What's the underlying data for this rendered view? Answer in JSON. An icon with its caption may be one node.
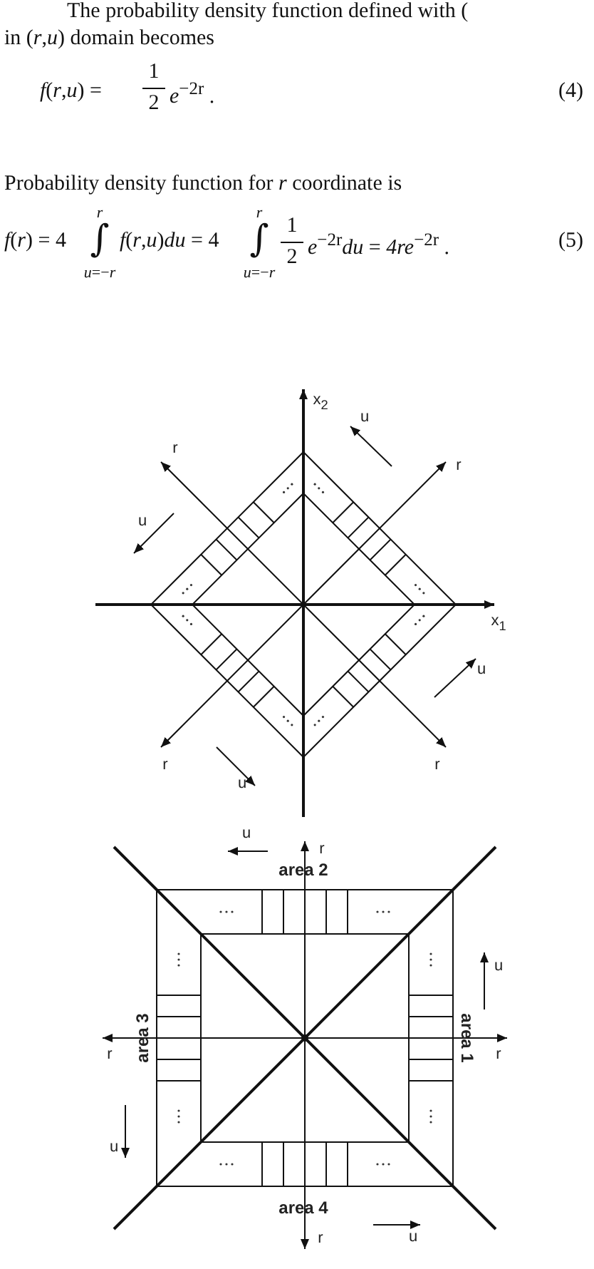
{
  "diagram": {
    "labels": [
      "The probability density function defined with (",
      "in (*r*,*u*) domain becomes",
      "*f*(*r*,*u*) =",
      "1",
      "2",
      "*e*$^{−2r}$ .",
      "(4)",
      "Probability density function for *r* coordinate is",
      "*f*(*r*) = 4",
      "*r*",
      "∫",
      "*u*=−*r*",
      "*f*(*r*,*u*)*du* = 4",
      "*r*",
      "∫",
      "*u*=−*r*",
      "1",
      "2",
      "*e*$^{−2r}$*du* = *4re*$^{−2r}$ .",
      "(5)",
      "x$_{2}$",
      "u",
      "r",
      "r",
      "u",
      "x$_{1}$",
      "u",
      "r",
      "u",
      "r",
      "u",
      "r",
      "area 2",
      "u",
      "area 3",
      "r",
      "area 1",
      "r",
      "u",
      "area 4",
      "r",
      "u"
    ]
  }
}
